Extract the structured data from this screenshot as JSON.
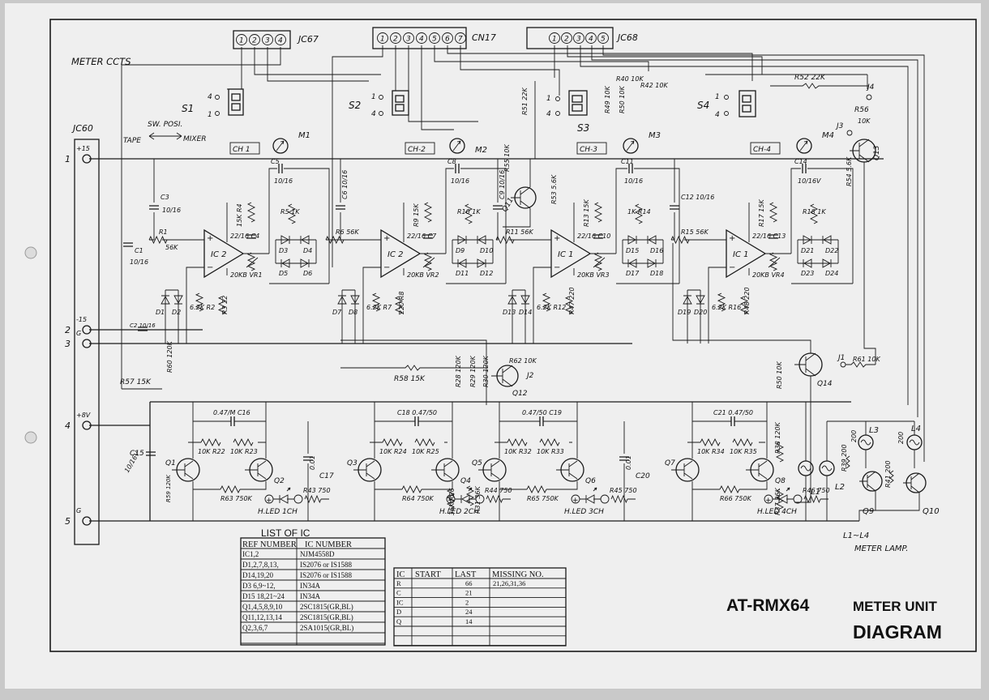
{
  "title": {
    "line1": "AT-RMX64",
    "line1_suffix": "METER UNIT",
    "line2": "DIAGRAM"
  },
  "section_label": "METER CCTS",
  "connectors": {
    "jc60": "JC60",
    "jc67": "JC67",
    "cn17": "CN17",
    "jc68": "JC68",
    "jc67_pins": [
      "1",
      "2",
      "3",
      "4"
    ],
    "cn17_pins": [
      "1",
      "2",
      "3",
      "4",
      "5",
      "6",
      "7"
    ],
    "jc68_pins": [
      "1",
      "2",
      "3",
      "4",
      "5"
    ]
  },
  "jc60_pins": [
    {
      "num": "1",
      "label": "+15"
    },
    {
      "num": "2",
      "label": "-15"
    },
    {
      "num": "3",
      "label": "G"
    },
    {
      "num": "4",
      "label": "+8V"
    },
    {
      "num": "5",
      "label": "G"
    }
  ],
  "switches": {
    "s1": "S1",
    "s2": "S2",
    "s3": "S3",
    "s4": "S4",
    "sw_pos": "SW. POSI.",
    "tape": "TAPE",
    "mixer": "MIXER"
  },
  "channels": [
    "CH 1",
    "CH-2",
    "CH-3",
    "CH-4"
  ],
  "meters": [
    "M1",
    "M2",
    "M3",
    "M4"
  ],
  "ics": [
    "IC 2",
    "IC 2",
    "IC 1",
    "IC 1"
  ],
  "components": {
    "c1": "C1",
    "c1_v": "10/16",
    "c2": "C2 10/16",
    "c3": "C3",
    "c3_v": "10/16",
    "r1": "R1",
    "r1_v": "56K",
    "r2": "6.2K R2",
    "r3": "R3 22",
    "r4": "15K R4",
    "r5": "R5 1K",
    "c4": "22/16 C4",
    "c5": "C5",
    "c5_v": "10/16",
    "vr1": "20KB VR1",
    "d1": "D1",
    "d2": "D2",
    "d3": "D3",
    "d4": "D4",
    "d5": "D5",
    "d6": "D6",
    "c6": "C6 10/16",
    "r6": "R6 56K",
    "r7": "6.2K R7",
    "r8": "220 R8",
    "r9": "R9 15K",
    "r10": "R10 1K",
    "c7": "22/16 C7",
    "c8": "C8",
    "c8_v": "10/16",
    "vr2": "20KB VR2",
    "d7": "D7",
    "d8": "D8",
    "d9": "D9",
    "d10": "D10",
    "d11": "D11",
    "d12": "D12",
    "c9": "C9 10/16",
    "r11": "R11 56K",
    "r55": "R55 10K",
    "r53": "R53 5.6K",
    "r51": "R51 22K",
    "q11": "Q11",
    "d13": "D13",
    "d14": "D14",
    "r12": "6.2K R12",
    "r47": "R47 220",
    "r13": "R13 15K",
    "r14": "1K R14",
    "c10": "22/16 C10",
    "c11": "C11",
    "c11_v": "10/16",
    "vr3": "20KB VR3",
    "d15": "D15",
    "d16": "D16",
    "d17": "D17",
    "d18": "D18",
    "c12": "C12 10/16",
    "r15": "R15 56K",
    "r16": "6.2K R16",
    "r48": "R48 220",
    "r17": "R17 15K",
    "r18": "R18 1K",
    "c13": "22/16 C13",
    "c14": "C14",
    "c14_v": "10/16V",
    "vr4": "20KB VR4",
    "d19": "D19",
    "d20": "D20",
    "d21": "D21",
    "d22": "D22",
    "d23": "D23",
    "d24": "D24",
    "r52": "R52 22K",
    "r54": "R54 5.6K",
    "r56": "R56",
    "r56_v": "10K",
    "q13": "Q13",
    "r40": "R40 10K",
    "r42": "R42 10K",
    "r49": "R49 10K",
    "r50": "R50 10K",
    "j1": "J1",
    "j2": "J2",
    "j3": "J3",
    "j4": "J4",
    "r57": "R57 15K",
    "r58": "R58 15K",
    "r59": "R59 120K",
    "r60": "R60 120K",
    "r61": "R61 10K",
    "r62": "R62 10K",
    "r27": "R27 120K",
    "r28": "R28 120K",
    "r29": "R29 120K",
    "r30": "R30 120K",
    "q12": "Q12",
    "q14": "Q14",
    "c15": "C15",
    "c15_v": "10/16V",
    "c16": "0.47/M C16",
    "r22": "10K R22",
    "r23": "10K R23",
    "q1": "Q1",
    "q2": "Q2",
    "r63": "R63 750K",
    "c17": "C17",
    "c17_v": "0.01",
    "r43": "R43 750",
    "r44": "R44 750",
    "led1": "H.LED 1CH",
    "led2": "H.LED 2CH",
    "q3": "Q3",
    "c18": "C18 0.47/50",
    "r24": "10K R24",
    "r25": "10K R25",
    "r64": "R64 750K",
    "q4": "Q4",
    "r26": "36K R26",
    "r31": "R31 36K",
    "q5": "Q5",
    "c19": "0.47/50 C19",
    "r32": "10K R32",
    "r33": "10K R33",
    "r65": "R65 750K",
    "q6": "Q6",
    "led3": "H.LED 3CH",
    "r45": "R45 750",
    "c20": "C20",
    "c20_v": "0.01",
    "r46": "R46 750",
    "led4": "H.LED 4CH",
    "q7": "Q7",
    "c21": "C21 0.47/50",
    "r34": "10K R34",
    "r35": "10K R35",
    "r66": "R66 750K",
    "q8": "Q8",
    "r38": "R38 120K",
    "r37": "R37 36K",
    "r39": "R39 200",
    "r41": "R41 200",
    "l1": "L1",
    "l2": "L2",
    "l3": "L3",
    "l4": "L4",
    "q9": "Q9",
    "q10": "Q10",
    "lamp_note": "L1~L4",
    "lamp_note2": "METER LAMP."
  },
  "ic_list": {
    "title": "LIST OF IC",
    "headers": [
      "REF NUMBER",
      "IC NUMBER"
    ],
    "rows": [
      [
        "IC1,2",
        "NJM4558D"
      ],
      [
        "D1,2,7,8,13,",
        "IS2076 or IS1588"
      ],
      [
        "D14,19,20",
        "IS2076 or IS1588"
      ],
      [
        "D3 6,9~12,",
        "IN34A"
      ],
      [
        "D15 18,21~24",
        "IN34A"
      ],
      [
        "Q1,4,5,8,9,10",
        "2SC1815(GR,BL)"
      ],
      [
        "Q11,12,13,14",
        "2SC1815(GR,BL)"
      ],
      [
        "Q2,3,6,7",
        "2SA1015(GR,BL)"
      ],
      [
        "",
        ""
      ]
    ]
  },
  "missing_table": {
    "headers": [
      "IC",
      "START",
      "LAST",
      "MISSING NO."
    ],
    "rows": [
      [
        "R",
        "",
        "66",
        "21,26,31,36"
      ],
      [
        "C",
        "",
        "21",
        ""
      ],
      [
        "IC",
        "",
        "2",
        ""
      ],
      [
        "D",
        "",
        "24",
        ""
      ],
      [
        "Q",
        "",
        "14",
        ""
      ],
      [
        "",
        "",
        "",
        ""
      ],
      [
        "",
        "",
        "",
        ""
      ]
    ]
  }
}
